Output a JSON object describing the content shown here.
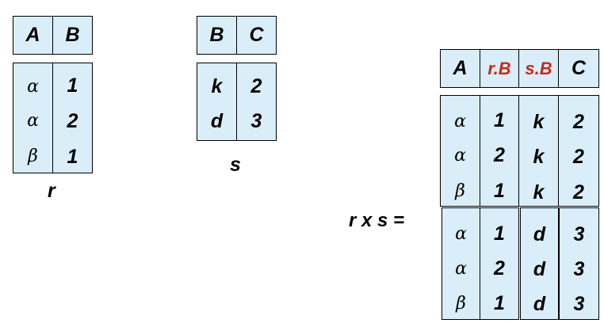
{
  "r": {
    "name": "r",
    "headers": [
      "A",
      "B"
    ],
    "col_A": [
      "α",
      "α",
      "β"
    ],
    "col_B": [
      "1",
      "2",
      "1"
    ]
  },
  "s": {
    "name": "s",
    "headers": [
      "B",
      "C"
    ],
    "col_B": [
      "k",
      "d"
    ],
    "col_C": [
      "2",
      "3"
    ]
  },
  "product": {
    "expression": "r x s =",
    "headers": [
      "A",
      "r.B",
      "s.B",
      "C"
    ],
    "header_accent": "#c8281c",
    "cell_fill": "#d9eef8",
    "block1": {
      "col_A": [
        "α",
        "α",
        "β"
      ],
      "col_rB": [
        "1",
        "2",
        "1"
      ],
      "col_sB": [
        "k",
        "k",
        "k"
      ],
      "col_C": [
        "2",
        "2",
        "2"
      ]
    },
    "block2": {
      "col_A": [
        "α",
        "α",
        "β"
      ],
      "col_rB": [
        "1",
        "2",
        "1"
      ],
      "col_sB": [
        "d",
        "d",
        "d"
      ],
      "col_C": [
        "3",
        "3",
        "3"
      ]
    }
  }
}
